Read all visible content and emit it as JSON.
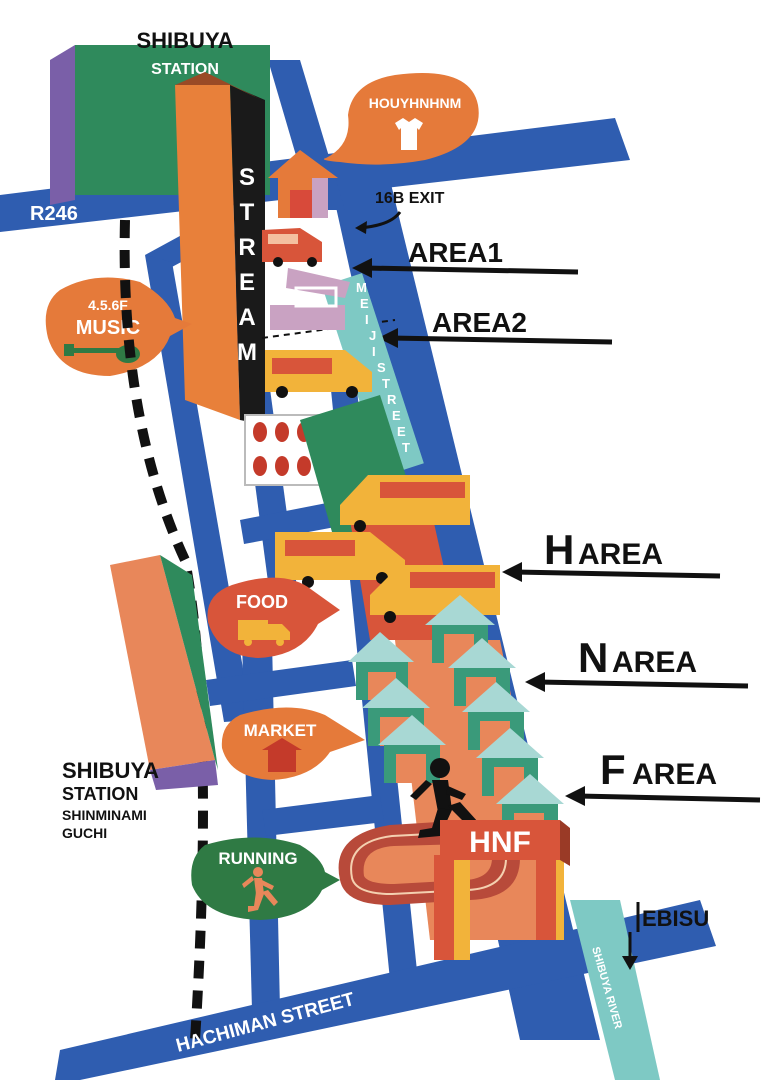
{
  "map": {
    "shibuya_station": {
      "line1": "SHIBUYA",
      "line2": "STATION"
    },
    "road_r246": "R246",
    "stream_building": [
      "S",
      "T",
      "R",
      "E",
      "A",
      "M"
    ],
    "houyhnhnm_bubble": "HOUYHNHNM",
    "exit_16b": "16B EXIT",
    "area1": "AREA1",
    "area2": "AREA2",
    "meiji_street": [
      "M",
      "E",
      "I",
      "J",
      "I",
      "S",
      "T",
      "R",
      "E",
      "E",
      "T"
    ],
    "music_bubble": {
      "line1": "4.5.6F",
      "line2": "MUSIC"
    },
    "h_area": {
      "big": "H",
      "small": "AREA"
    },
    "n_area": {
      "big": "N",
      "small": "AREA"
    },
    "f_area": {
      "big": "F",
      "small": "AREA"
    },
    "food_bubble": "FOOD",
    "market_bubble": "MARKET",
    "running_bubble": "RUNNING",
    "shinminami": {
      "line1": "SHIBUYA",
      "line2": "STATION",
      "line3": "SHINMINAMI",
      "line4": "GUCHI"
    },
    "hnf_gate": "HNF",
    "ebisu": "EBISU",
    "shibuya_river": "SHIBUYA RIVER",
    "hachiman_street": "HACHIMAN STREET",
    "colors": {
      "road": "#2f5db0",
      "bubble_orange": "#e57a3a",
      "bubble_red": "#d8553a",
      "bubble_green": "#2f7a44",
      "building_green": "#2f8a5c",
      "building_purple": "#7a5fa8",
      "bus_yellow": "#f2b33a",
      "teal": "#7ec9c4"
    },
    "icons": [
      "shirt-icon",
      "guitar-icon",
      "truck-icon",
      "house-icon",
      "runner-icon",
      "arrow-icon",
      "tent-icon",
      "lantern-icon",
      "bus-icon"
    ]
  }
}
